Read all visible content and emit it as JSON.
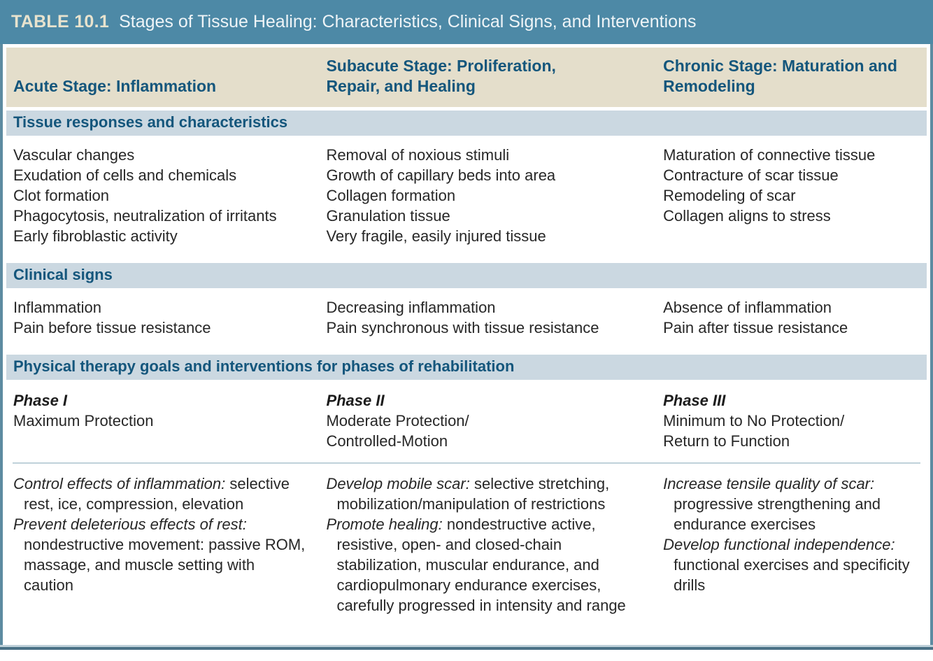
{
  "title": {
    "label": "TABLE 10.1",
    "text": "Stages of Tissue Healing: Characteristics, Clinical Signs, and Interventions"
  },
  "columns": [
    "Acute Stage: Inflammation",
    "Subacute Stage: Proliferation,\nRepair, and Healing",
    "Chronic Stage: Maturation and\nRemodeling"
  ],
  "sections": {
    "tissue": {
      "heading": "Tissue responses and characteristics",
      "cells": [
        [
          "Vascular changes",
          "Exudation of cells and chemicals",
          "Clot formation",
          "Phagocytosis, neutralization of irritants",
          "Early fibroblastic activity"
        ],
        [
          "Removal of noxious stimuli",
          "Growth of capillary beds into area",
          "Collagen formation",
          "Granulation tissue",
          "Very fragile, easily injured tissue"
        ],
        [
          "Maturation of connective tissue",
          "Contracture of scar tissue",
          "Remodeling of scar",
          "Collagen aligns to stress"
        ]
      ]
    },
    "clinical": {
      "heading": "Clinical signs",
      "cells": [
        [
          "Inflammation",
          "Pain before tissue resistance"
        ],
        [
          "Decreasing inflammation",
          "Pain synchronous with tissue resistance"
        ],
        [
          "Absence of inflammation",
          "Pain after tissue resistance"
        ]
      ]
    },
    "goals": {
      "heading": "Physical therapy goals and interventions for phases of rehabilitation",
      "phases": [
        {
          "name": "Phase I",
          "desc": [
            "Maximum Protection"
          ]
        },
        {
          "name": "Phase II",
          "desc": [
            "Moderate Protection/",
            "Controlled-Motion"
          ]
        },
        {
          "name": "Phase III",
          "desc": [
            "Minimum to No Protection/",
            "Return to Function"
          ]
        }
      ],
      "interventions": [
        [
          {
            "lead": "Control effects of inflammation:",
            "body": "selective rest, ice, compression, elevation"
          },
          {
            "lead": "Prevent deleterious effects of rest:",
            "body": "nondestructive movement: passive ROM, massage, and muscle setting with caution"
          }
        ],
        [
          {
            "lead": "Develop mobile scar:",
            "body": "selective stretching, mobilization/manipulation of restrictions"
          },
          {
            "lead": "Promote healing:",
            "body": "nondestructive active, resistive, open- and closed-chain stabilization, muscular endurance, and cardiopulmonary endurance exercises, carefully progressed in intensity and range"
          }
        ],
        [
          {
            "lead": "Increase tensile quality of scar:",
            "body": "progressive strengthening and endurance exercises"
          },
          {
            "lead": "Develop functional independence:",
            "body": "functional exercises and specificity drills"
          }
        ]
      ]
    }
  },
  "colors": {
    "title_bar": "#4d89a6",
    "title_number": "#e8e3ce",
    "header_band": "#e4decb",
    "section_band": "#cbd8e1",
    "heading_text": "#14567c",
    "body_text": "#272727",
    "frame_border": "#5d8ba1"
  }
}
